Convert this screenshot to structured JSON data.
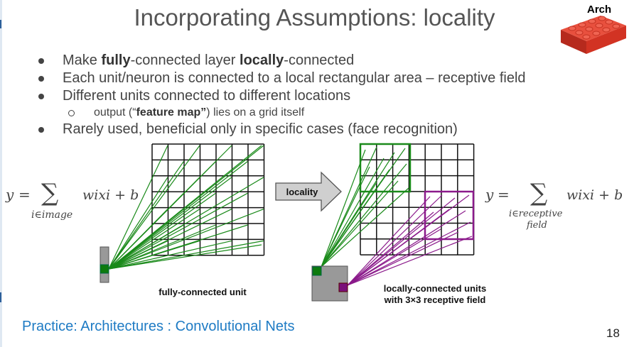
{
  "slide": {
    "title": "Incorporating Assumptions: locality",
    "badge": "Arch",
    "bullets": [
      {
        "pre": "Make ",
        "b1": "fully",
        "mid": "-connected layer ",
        "b2": "locally",
        "post": "-connected"
      },
      {
        "text": "Each unit/neuron is connected to a local rectangular area – receptive field"
      },
      {
        "text": "Different units connected to different locations"
      },
      {
        "pre": "output (“",
        "bold": "feature map”",
        "post": ") lies on a grid itself"
      },
      {
        "text": "Rarely used, beneficial only in specific cases (face recognition)"
      }
    ],
    "diagram": {
      "formula_left": {
        "y": "y",
        "eq": "=",
        "sum": "∑",
        "sub": "i∈image",
        "term": "wixi + b"
      },
      "arrow_label": "locality",
      "formula_right": {
        "y": "y",
        "eq": "=",
        "sum": "∑",
        "sub1": "i∈receptive",
        "sub2": "field",
        "term": "wixi + b"
      },
      "caption_left": "fully-connected unit",
      "caption_right_line1": "locally-connected units",
      "caption_right_line2": "with 3×3 receptive field"
    },
    "footer_link": "Practice: Architectures : Convolutional Nets",
    "page_number": "18",
    "colors": {
      "green": "#1a8a1a",
      "purple": "#8b1a8b",
      "link": "#1e7bc4",
      "brick": "#d93b2b"
    }
  }
}
